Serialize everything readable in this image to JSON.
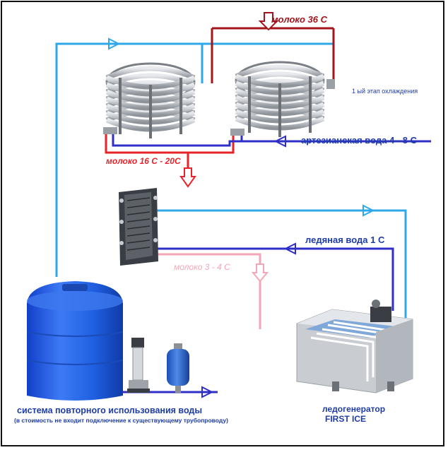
{
  "labels": {
    "milk_in": "молоко 36 С",
    "stage_one": "1 ый этап охлаждения",
    "artesian_water": "артезианская вода 4 - 8 С",
    "milk_mid": "молоко  16 С - 20С",
    "ice_water": "ледяная вода 1 С",
    "milk_out": "молоко 3 - 4 С",
    "reuse_system": "система повторного использования воды",
    "reuse_note": "(в стоимость не входит подключение к существующему трубопроводу)",
    "ice_generator": "ледогенератор",
    "ice_generator_model": "FIRST ICE"
  },
  "colors": {
    "milk_hot": "#a3141c",
    "milk_warm": "#e8242a",
    "milk_cold": "#f4a6b8",
    "water_artesian": "#2f2fc8",
    "water_return": "#2fa8e8",
    "label_blue": "#1e3ca8",
    "tank": "#1f5fe0",
    "steel": "#b8bcc2"
  },
  "icons": [
    "coil-heat-exchanger",
    "plate-heat-exchanger",
    "water-tank",
    "centrifugal-pump",
    "expansion-vessel",
    "ice-generator",
    "flow-arrow"
  ]
}
